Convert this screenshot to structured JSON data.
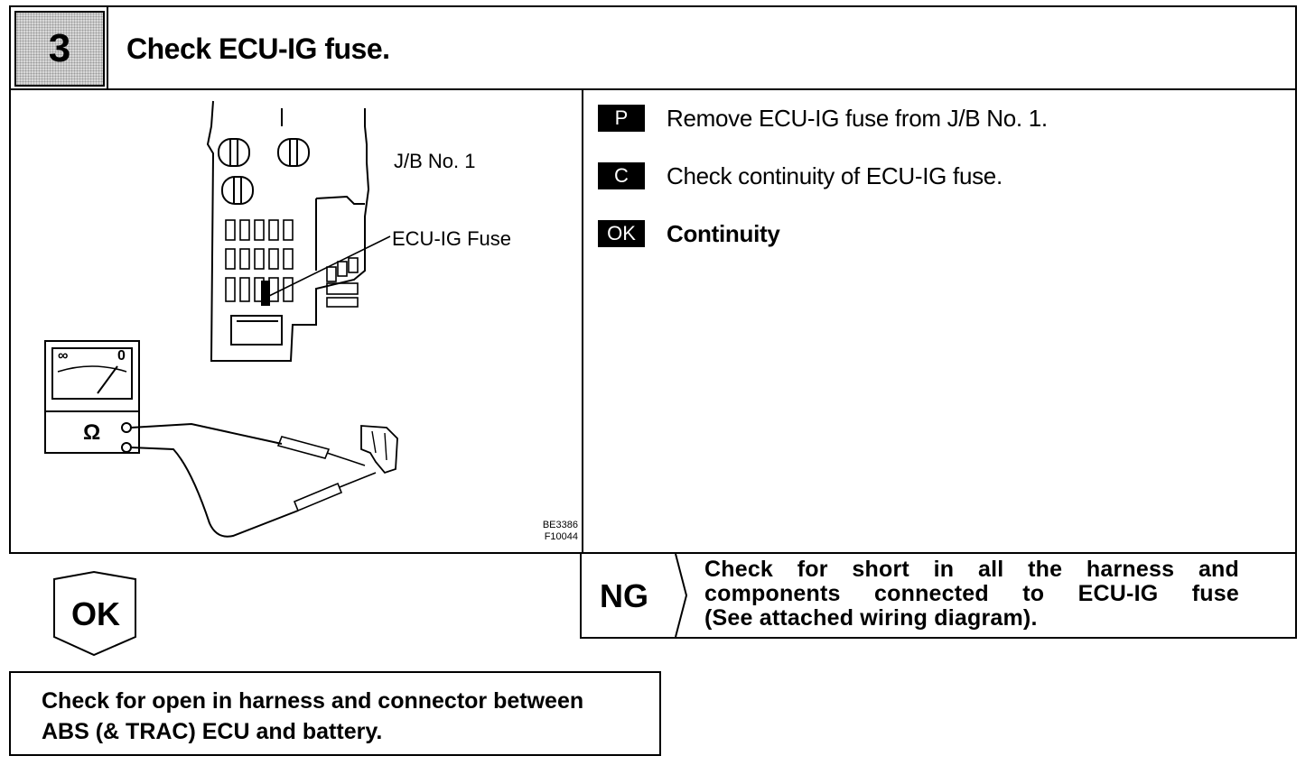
{
  "header": {
    "step_number": "3",
    "title": "Check ECU-IG fuse."
  },
  "figure": {
    "label_jb": "J/B No. 1",
    "label_fuse": "ECU-IG Fuse",
    "ohm_symbol": "Ω",
    "meter_infinity": "∞",
    "meter_zero": "0",
    "code_line1": "BE3386",
    "code_line2": "F10044"
  },
  "steps": [
    {
      "badge": "P",
      "text": "Remove ECU-IG fuse from J/B No. 1."
    },
    {
      "badge": "C",
      "text": "Check continuity of ECU-IG fuse."
    },
    {
      "badge": "OK",
      "text": "Continuity"
    }
  ],
  "ok_result": {
    "label": "OK",
    "text_line1": "Check for open in harness and connector between",
    "text_line2": "ABS (& TRAC) ECU and battery."
  },
  "ng_result": {
    "label": "NG",
    "text_line1": "Check for short in all the harness and",
    "text_line2": "components connected to ECU-IG fuse",
    "text_line3": "(See attached wiring diagram)."
  }
}
